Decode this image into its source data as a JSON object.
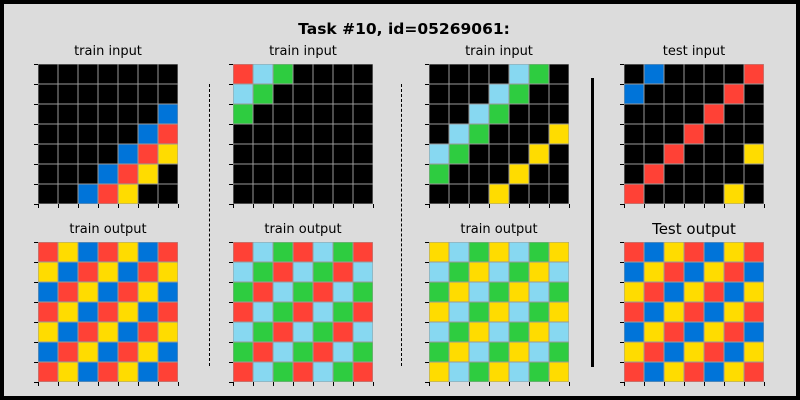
{
  "title": "Task #10, id=05269061:",
  "colors": {
    "0": "#000000",
    "1": "#0074D9",
    "2": "#FF4136",
    "3": "#2ECC40",
    "4": "#FFDC00",
    "8": "#87D8F1"
  },
  "panels": [
    {
      "name": "train-input-1",
      "label": "train input",
      "grid": [
        [
          0,
          0,
          0,
          0,
          0,
          0,
          0
        ],
        [
          0,
          0,
          0,
          0,
          0,
          0,
          0
        ],
        [
          0,
          0,
          0,
          0,
          0,
          0,
          1
        ],
        [
          0,
          0,
          0,
          0,
          0,
          1,
          2
        ],
        [
          0,
          0,
          0,
          0,
          1,
          2,
          4
        ],
        [
          0,
          0,
          0,
          1,
          2,
          4,
          0
        ],
        [
          0,
          0,
          1,
          2,
          4,
          0,
          0
        ]
      ]
    },
    {
      "name": "train-input-2",
      "label": "train input",
      "grid": [
        [
          2,
          8,
          3,
          0,
          0,
          0,
          0
        ],
        [
          8,
          3,
          0,
          0,
          0,
          0,
          0
        ],
        [
          3,
          0,
          0,
          0,
          0,
          0,
          0
        ],
        [
          0,
          0,
          0,
          0,
          0,
          0,
          0
        ],
        [
          0,
          0,
          0,
          0,
          0,
          0,
          0
        ],
        [
          0,
          0,
          0,
          0,
          0,
          0,
          0
        ],
        [
          0,
          0,
          0,
          0,
          0,
          0,
          0
        ]
      ]
    },
    {
      "name": "train-input-3",
      "label": "train input",
      "grid": [
        [
          0,
          0,
          0,
          0,
          8,
          3,
          0
        ],
        [
          0,
          0,
          0,
          8,
          3,
          0,
          0
        ],
        [
          0,
          0,
          8,
          3,
          0,
          0,
          0
        ],
        [
          0,
          8,
          3,
          0,
          0,
          0,
          4
        ],
        [
          8,
          3,
          0,
          0,
          0,
          4,
          0
        ],
        [
          3,
          0,
          0,
          0,
          4,
          0,
          0
        ],
        [
          0,
          0,
          0,
          4,
          0,
          0,
          0
        ]
      ]
    },
    {
      "name": "test-input",
      "label": "test input",
      "grid": [
        [
          0,
          1,
          0,
          0,
          0,
          0,
          2
        ],
        [
          1,
          0,
          0,
          0,
          0,
          2,
          0
        ],
        [
          0,
          0,
          0,
          0,
          2,
          0,
          0
        ],
        [
          0,
          0,
          0,
          2,
          0,
          0,
          0
        ],
        [
          0,
          0,
          2,
          0,
          0,
          0,
          4
        ],
        [
          0,
          2,
          0,
          0,
          0,
          0,
          0
        ],
        [
          2,
          0,
          0,
          0,
          0,
          4,
          0
        ]
      ]
    },
    {
      "name": "train-output-1",
      "label": "train output",
      "grid": [
        [
          2,
          4,
          1,
          2,
          4,
          1,
          2
        ],
        [
          4,
          1,
          2,
          4,
          1,
          2,
          4
        ],
        [
          1,
          2,
          4,
          1,
          2,
          4,
          1
        ],
        [
          2,
          4,
          1,
          2,
          4,
          1,
          2
        ],
        [
          4,
          1,
          2,
          4,
          1,
          2,
          4
        ],
        [
          1,
          2,
          4,
          1,
          2,
          4,
          1
        ],
        [
          2,
          4,
          1,
          2,
          4,
          1,
          2
        ]
      ]
    },
    {
      "name": "train-output-2",
      "label": "train output",
      "grid": [
        [
          2,
          8,
          3,
          2,
          8,
          3,
          2
        ],
        [
          8,
          3,
          2,
          8,
          3,
          2,
          8
        ],
        [
          3,
          2,
          8,
          3,
          2,
          8,
          3
        ],
        [
          2,
          8,
          3,
          2,
          8,
          3,
          2
        ],
        [
          8,
          3,
          2,
          8,
          3,
          2,
          8
        ],
        [
          3,
          2,
          8,
          3,
          2,
          8,
          3
        ],
        [
          2,
          8,
          3,
          2,
          8,
          3,
          2
        ]
      ]
    },
    {
      "name": "train-output-3",
      "label": "train output",
      "grid": [
        [
          4,
          8,
          3,
          4,
          8,
          3,
          4
        ],
        [
          8,
          3,
          4,
          8,
          3,
          4,
          8
        ],
        [
          3,
          4,
          8,
          3,
          4,
          8,
          3
        ],
        [
          4,
          8,
          3,
          4,
          8,
          3,
          4
        ],
        [
          8,
          3,
          4,
          8,
          3,
          4,
          8
        ],
        [
          3,
          4,
          8,
          3,
          4,
          8,
          3
        ],
        [
          4,
          8,
          3,
          4,
          8,
          3,
          4
        ]
      ]
    },
    {
      "name": "test-output",
      "label": "Test output",
      "grid": [
        [
          2,
          1,
          4,
          2,
          1,
          4,
          2
        ],
        [
          1,
          4,
          2,
          1,
          4,
          2,
          1
        ],
        [
          4,
          2,
          1,
          4,
          2,
          1,
          4
        ],
        [
          2,
          1,
          4,
          2,
          1,
          4,
          2
        ],
        [
          1,
          4,
          2,
          1,
          4,
          2,
          1
        ],
        [
          4,
          2,
          1,
          4,
          2,
          1,
          4
        ],
        [
          2,
          1,
          4,
          2,
          1,
          4,
          2
        ]
      ]
    }
  ]
}
